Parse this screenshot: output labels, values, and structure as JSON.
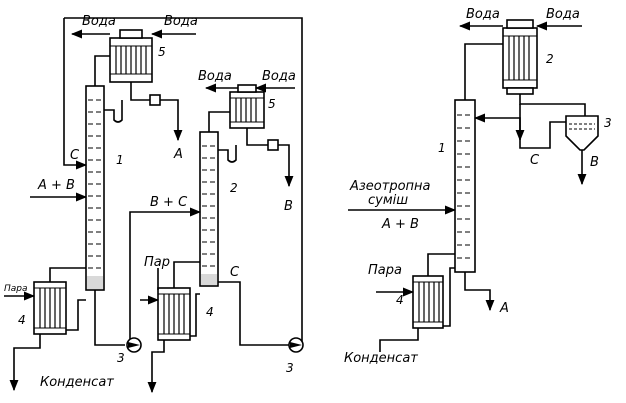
{
  "left_scheme": {
    "water_in_top": "Вода",
    "water_out_top": "Вода",
    "water_in_mid": "Вода",
    "water_out_mid": "Вода",
    "feed": "А + В",
    "recycle_c": "С",
    "product_a": "А",
    "product_b": "В",
    "mid_stream": "В + С",
    "steam_left": "Пара",
    "steam_mid": "Пар",
    "stream_c_bottom": "С",
    "condensate": "Конденсат",
    "num_column_1": "1",
    "num_column_2": "2",
    "num_pump_3a": "3",
    "num_pump_3b": "3",
    "num_reboiler_4a": "4",
    "num_reboiler_4b": "4",
    "num_condenser_5a": "5",
    "num_condenser_5b": "5"
  },
  "right_scheme": {
    "water_out": "Вода",
    "water_in": "Вода",
    "num_condenser_2": "2",
    "num_separator_3": "3",
    "num_column_1": "1",
    "stream_c": "С",
    "product_b": "В",
    "azeotrope_line1": "Азеотропна",
    "azeotrope_line2": "суміш",
    "feed": "А + В",
    "steam": "Пара",
    "num_reboiler_4": "4",
    "product_a": "А",
    "condensate": "Конденсат"
  }
}
